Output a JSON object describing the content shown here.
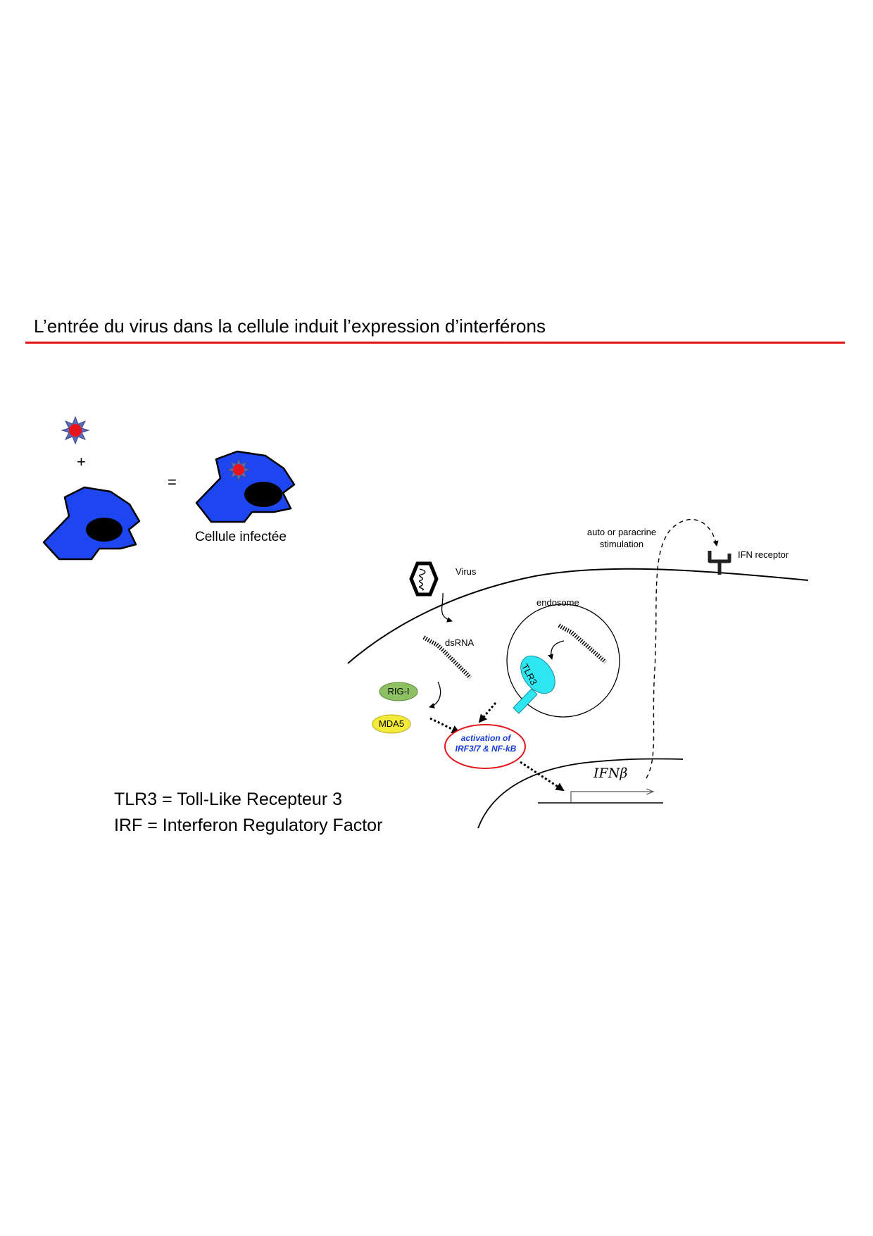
{
  "header": {
    "title": "L’entrée du virus dans la cellule induit l’expression d’interférons"
  },
  "left_panel": {
    "plus": "+",
    "equals": "=",
    "infected_label": "Cellule infectée"
  },
  "pathway": {
    "auto_paracrine_line1": "auto or paracrine",
    "auto_paracrine_line2": "stimulation",
    "ifn_receptor": "IFN receptor",
    "virus": "Virus",
    "endosome": "endosome",
    "dsrna": "dsRNA",
    "rig_i": "RIG-I",
    "mda5": "MDA5",
    "tlr3": "TLR3",
    "activation_line1": "activation of",
    "activation_line2": "IRF3/7 & NF-kB",
    "ifn_beta": "IFNβ"
  },
  "legend": {
    "line1": "TLR3 = Toll-Like Recepteur 3",
    "line2": "IRF = Interferon Regulatory Factor"
  },
  "colors": {
    "title_rule": "#e0161b",
    "cell_fill": "#1e46f0",
    "virus_star": "#5b6bb5",
    "virus_core": "#e8141b",
    "rig_i_fill": "#8cc063",
    "mda5_fill": "#f3ea3a",
    "tlr3_fill": "#2ee6ef",
    "activation_border": "#e0161b",
    "activation_text": "#1a3fd6"
  }
}
